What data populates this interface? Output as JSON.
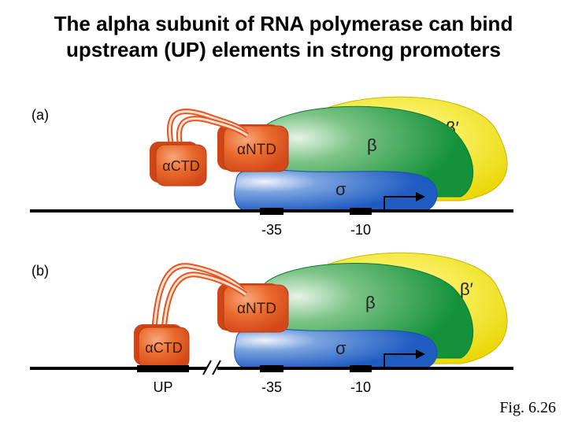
{
  "title": {
    "line1": "The alpha subunit of RNA polymerase can bind",
    "line2": "upstream (UP) elements in strong promoters"
  },
  "panel_a": {
    "label": "(a)",
    "alpha_ctd": "αCTD",
    "alpha_ntd": "αNTD",
    "beta": "β",
    "beta_prime": "β′",
    "sigma": "σ",
    "minus35": "-35",
    "minus10": "-10"
  },
  "panel_b": {
    "label": "(b)",
    "alpha_ctd": "αCTD",
    "alpha_ntd": "αNTD",
    "beta": "β",
    "beta_prime": "β′",
    "sigma": "σ",
    "up": "UP",
    "minus35": "-35",
    "minus10": "-10"
  },
  "figure_ref": "Fig. 6.26",
  "colors": {
    "beta_prime": "#f2e419",
    "beta": "#2aa248",
    "sigma": "#2a69c8",
    "alpha": "#e8531f",
    "dna": "#000000"
  }
}
